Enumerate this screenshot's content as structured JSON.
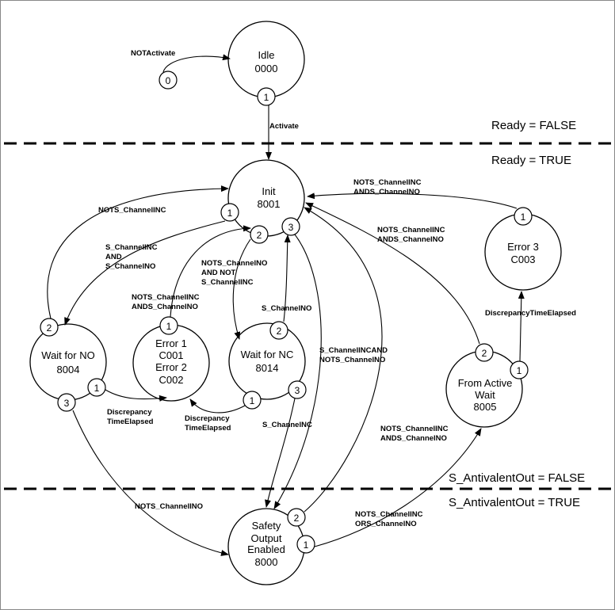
{
  "regions": {
    "ready_false": "Ready = FALSE",
    "ready_true": "Ready = TRUE",
    "antivalent_false": "S_AntivalentOut = FALSE",
    "antivalent_true": "S_AntivalentOut = TRUE"
  },
  "states": {
    "idle": {
      "name": "Idle",
      "code": "0000"
    },
    "init": {
      "name": "Init",
      "code": "8001"
    },
    "wait_no": {
      "name": "Wait for NO",
      "code": "8004"
    },
    "error12": {
      "line1": "Error 1",
      "line2": "C001",
      "line3": "Error 2",
      "line4": "C002"
    },
    "wait_nc": {
      "name": "Wait for NC",
      "code": "8014"
    },
    "error3": {
      "name": "Error 3",
      "code": "C003"
    },
    "from_active": {
      "line1": "From  Active",
      "line2": "Wait",
      "line3": "8005"
    },
    "safety": {
      "line1": "Safety",
      "line2": "Output",
      "line3": "Enabled",
      "line4": "8000"
    }
  },
  "ports": {
    "p0": "0",
    "p1": "1",
    "p2": "2",
    "p3": "3"
  },
  "transitions": {
    "not_activate": "NOTActivate",
    "activate": "Activate",
    "nots_channelinc": "NOTS_ChannelINC",
    "s_channelinc": "S_ChannelINC",
    "and": "AND",
    "s_channelno": "S_ChannelNO",
    "nots_channelno": "NOTS_ChannelNO",
    "and_not": "AND NOT",
    "nots_channelinc2": "NOTS_ChannelINC",
    "ands_channelno": "ANDS_ChannelNO",
    "s_channelno2": "S_ChannelNO",
    "s_channelinc_and": "S_ChannelINCAND",
    "nots_channelno2": "NOTS_ChannelNO",
    "discrepancy": "Discrepancy",
    "time_elapsed": "TimeElapsed",
    "discrepancy2": "Discrepancy",
    "time_elapsed2": "TimeElapsed",
    "s_channelinc2": "S_ChannelNC",
    "nots_channelno3": "NOTS_ChannelINO",
    "top_nots": "NOTS_ChannelINC",
    "top_ands": "ANDS_ChannelNO",
    "mid_nots": "NOTS_ChannelINC",
    "mid_ands": "ANDS_ChannelNO",
    "low_nots": "NOTS_ChannelINC",
    "low_ands": "ANDS_ChannelNO",
    "ors_nots": "NOTS_ChannelINC",
    "ors_ors": "ORS_ChannelNO",
    "discrepancy_time_elapsed": "DiscrepancyTimeElapsed"
  }
}
